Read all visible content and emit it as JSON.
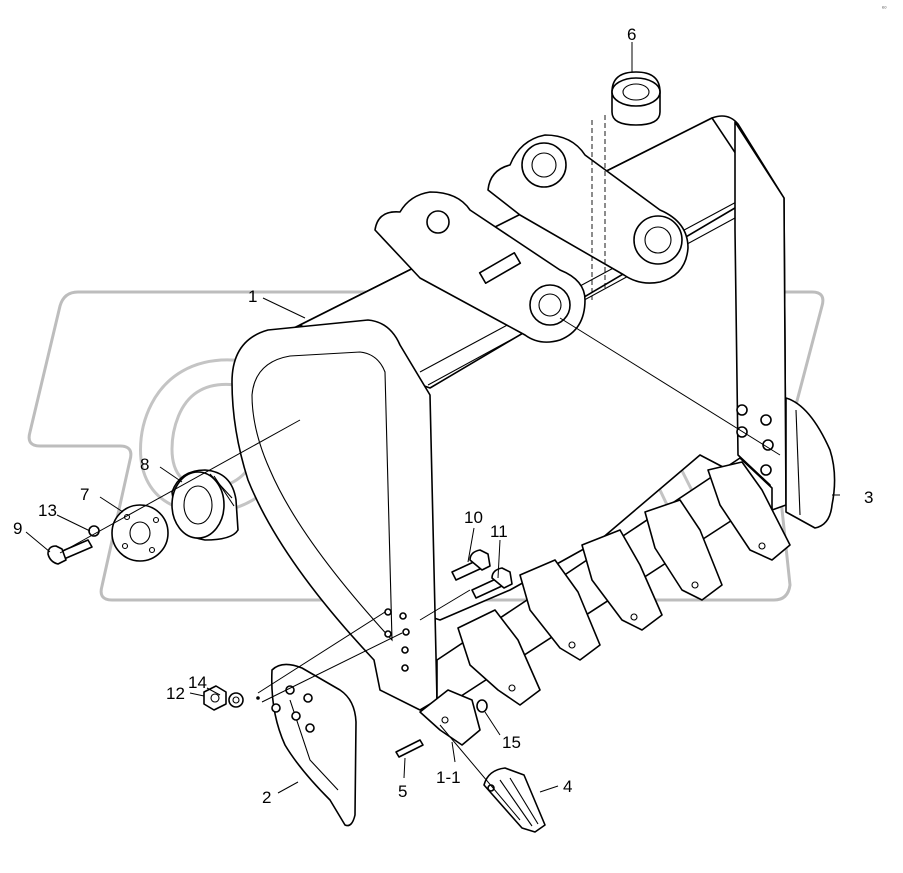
{
  "watermark": {
    "text": "OPEX"
  },
  "corner_mark": "ᵉᵒ",
  "callouts": {
    "c1": "1",
    "c1_1": "1-1",
    "c2": "2",
    "c3": "3",
    "c4": "4",
    "c5": "5",
    "c6": "6",
    "c7": "7",
    "c8": "8",
    "c9": "9",
    "c10": "10",
    "c11": "11",
    "c12": "12",
    "c13": "13",
    "c14": "14",
    "c15": "15"
  }
}
